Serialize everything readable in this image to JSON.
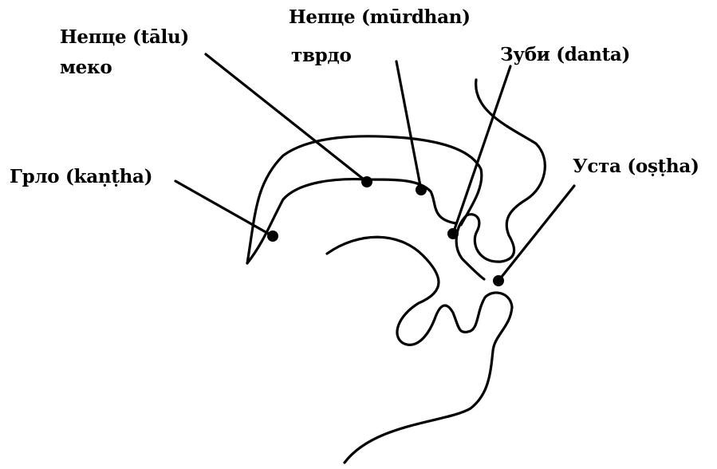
{
  "labels": {
    "talu_line1": "Непце (tālu)",
    "talu_line2": "меко",
    "murdhan_line1": "Непце  (mūrdhan)",
    "murdhan_line2": "тврдо",
    "danta": "Зуби (danta)",
    "kantha": "Грло (kaṇṭha)",
    "ostha": "Уста (oṣṭha)"
  }
}
